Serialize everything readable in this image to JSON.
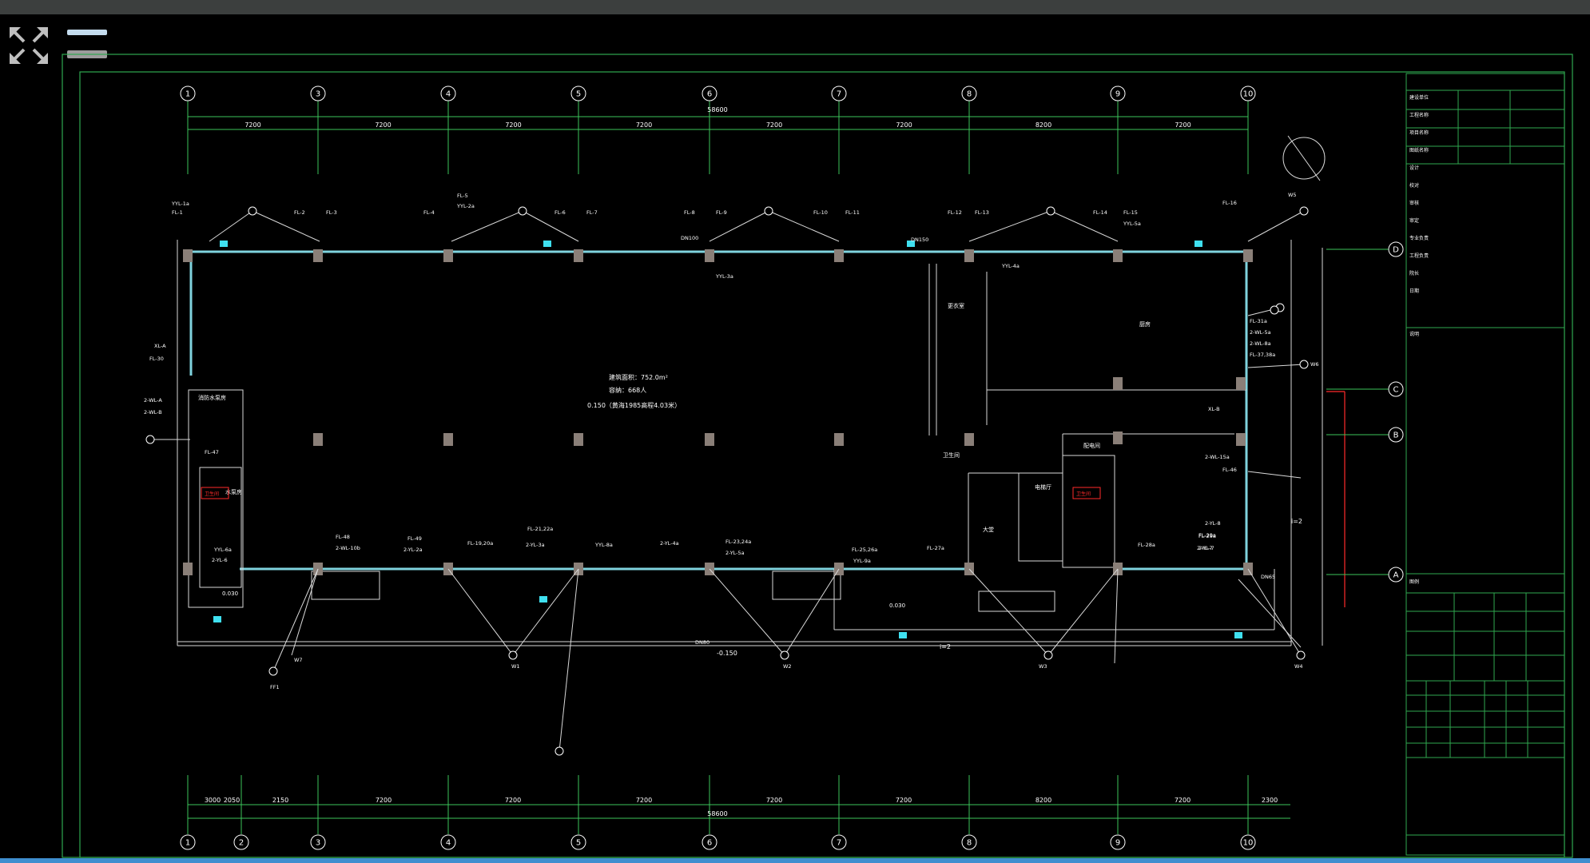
{
  "viewer": {
    "expand_icon": "expand-arrows-icon",
    "colors": {
      "background": "#000000",
      "frame": "#2fa84f",
      "axis": "#3cc45a",
      "wall": "#7fd3de",
      "text": "#ffffff",
      "pipe": "#d9d9d9",
      "column": "#8a7f78",
      "accent_cyan": "#3fe0f0",
      "red": "#ff2a2a",
      "topbar": "#3c3f3e",
      "statusbar": "#3f8ecf"
    }
  },
  "plan": {
    "axes_top": [
      "1",
      "3",
      "4",
      "5",
      "6",
      "7",
      "8",
      "9",
      "10"
    ],
    "axes_bottom": [
      "1",
      "2",
      "3",
      "4",
      "5",
      "6",
      "7",
      "8",
      "9",
      "10"
    ],
    "axes_right": [
      "D",
      "C",
      "B",
      "A"
    ],
    "dims_top": [
      "7200",
      "7200",
      "7200",
      "7200",
      "7200",
      "7200",
      "8200",
      "7200"
    ],
    "dims_bottom": [
      "3000",
      "2050",
      "2150",
      "7200",
      "7200",
      "7200",
      "7200",
      "7200",
      "8200",
      "7200",
      "2300"
    ],
    "overall_top": "58600",
    "overall_bottom": "58600",
    "area_lines": [
      "建筑面积：752.0m²",
      "容纳：668人",
      "0.150（黄海1985高程4.03米）"
    ],
    "pipe_tags_top": [
      "YYL-1a",
      "FL-1",
      "FL-2",
      "FL-3",
      "FL-4",
      "FL-5",
      "YYL-2a",
      "FL-6",
      "FL-7",
      "FL-8",
      "FL-9",
      "FL-10",
      "FL-11",
      "FL-12",
      "FL-13",
      "FL-14",
      "FL-15",
      "YYL-5a",
      "FL-16",
      "YYL-3a",
      "YYL-4a"
    ],
    "pipe_tags_bottom": [
      "FL-49",
      "2-YL-2a",
      "FL-19,20a",
      "FL-21,22a",
      "2-YL-3a",
      "YYL-8a",
      "2-YL-4a",
      "FL-23,24a",
      "2-YL-5a",
      "FL-25,26a",
      "YYL-9a",
      "FL-27a",
      "FL-28a",
      "FL-29a",
      "2-YL-7",
      "FL-48",
      "2-WL-10b"
    ],
    "pipe_tags_left": [
      "XL-A",
      "FL-30",
      "2-WL-A",
      "2-WL-B",
      "FL-47",
      "YYL-6a",
      "2-YL-6"
    ],
    "pipe_tags_right": [
      "FL-31a",
      "2-WL-5a",
      "2-WL-8a",
      "FL-37,38a",
      "XL-B",
      "2-WL-15a",
      "FL-46",
      "2-YL-8",
      "FL-29a",
      "2-YL-7"
    ],
    "pipe_dims": [
      "DN100",
      "DN150",
      "DN80",
      "DN65"
    ],
    "level_marks": [
      "-0.150",
      "0.030",
      "0.030"
    ],
    "node_labels": [
      "W1",
      "W2",
      "W3",
      "W4",
      "W5",
      "W6",
      "W7",
      "FF1"
    ],
    "room_labels": [
      "消防水泵房",
      "厨房",
      "更衣室",
      "卫生间",
      "水泵房",
      "电梯厅",
      "大堂",
      "配电间"
    ],
    "red_tags": [
      "卫生间",
      "卫生间"
    ],
    "slope_marks": [
      "i=2",
      "i=2"
    ]
  },
  "title_block": {
    "rows": [
      "建设单位",
      "工程名称",
      "项目名称",
      "图纸名称",
      "设计",
      "校对",
      "审核",
      "审定",
      "专业负责",
      "工程负责",
      "院长",
      "日期"
    ],
    "notes": [
      "说明",
      "图例"
    ]
  }
}
